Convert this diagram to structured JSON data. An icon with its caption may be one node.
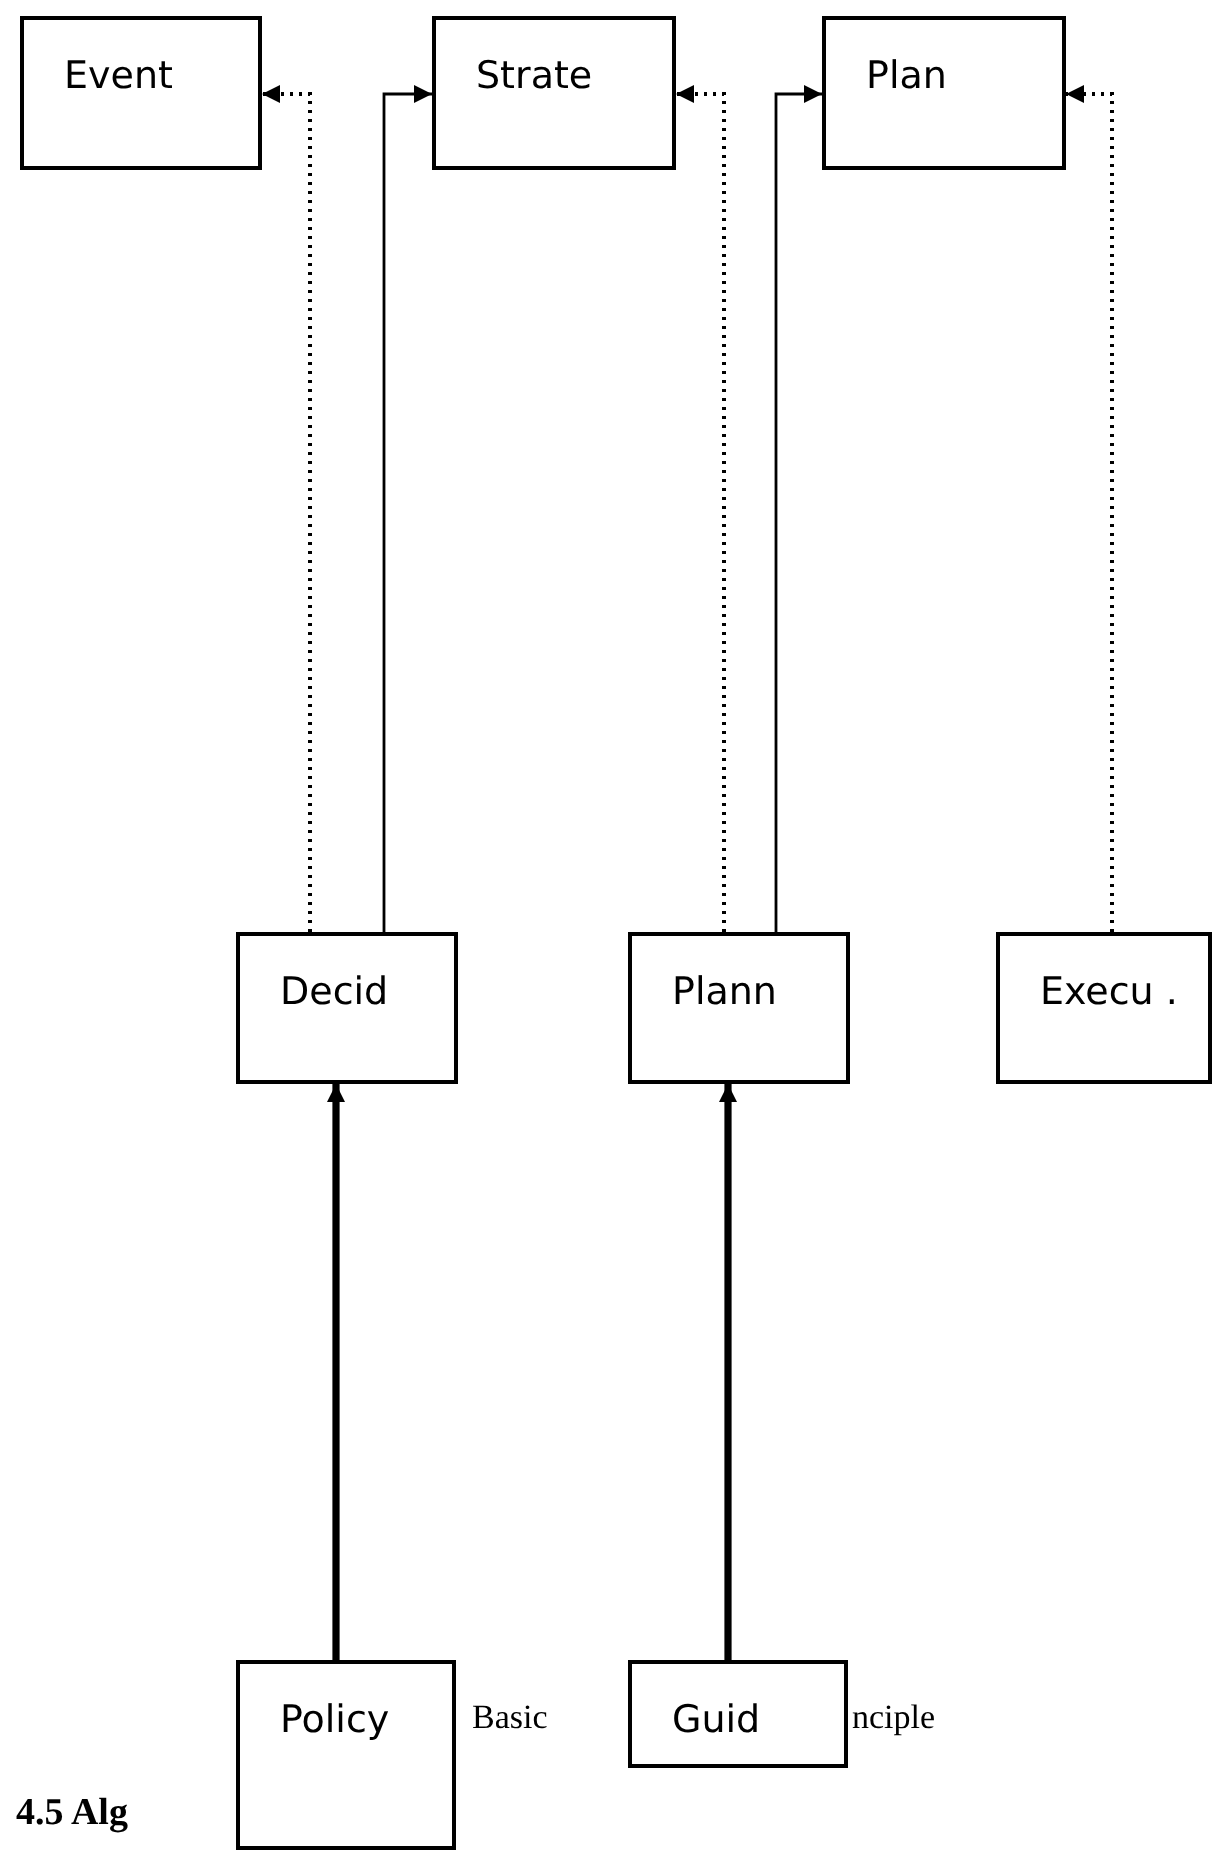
{
  "diagram": {
    "nodes": [
      {
        "text": [
          "Event"
        ]
      },
      {
        "text": [
          "Strate"
        ]
      },
      {
        "text": [
          "Plan"
        ]
      },
      {
        "text": [
          "Decid"
        ]
      },
      {
        "text": [
          "Plann"
        ]
      },
      {
        "text": [
          "Execu ."
        ]
      },
      {
        "text": [
          "Policy"
        ]
      },
      {
        "text": [
          "Guid"
        ]
      }
    ],
    "edges": [
      {
        "from": 3,
        "to": 0,
        "arrow": "to",
        "style": "dashed"
      },
      {
        "from": 3,
        "to": 1,
        "arrow": "to"
      },
      {
        "from": 4,
        "to": 1,
        "arrow": "to",
        "style": "dashed"
      },
      {
        "from": 4,
        "to": 2,
        "arrow": "to"
      },
      {
        "from": 5,
        "to": 2,
        "arrow": "to",
        "style": "dashed"
      },
      {
        "from": 6,
        "to": 3,
        "arrow": "to",
        "style": "thick"
      },
      {
        "from": 7,
        "to": 4,
        "arrow": "to",
        "style": "thick"
      }
    ],
    "labels": [
      "Basic",
      "nciple",
      "4.5  Alg"
    ]
  }
}
